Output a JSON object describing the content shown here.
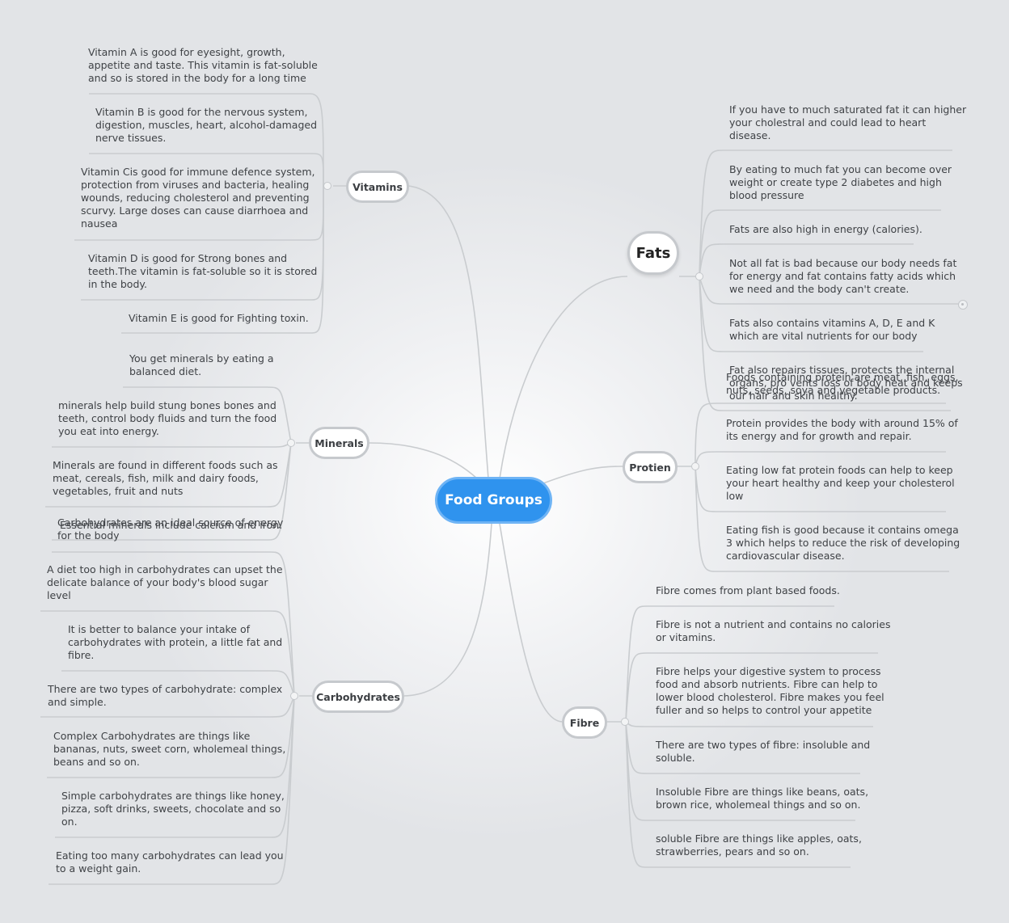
{
  "root": {
    "label": "Food Groups"
  },
  "vitamins": {
    "label": "Vitamins",
    "notes": [
      "Vitamin A is good for eyesight, growth,\nappetite and taste. This vitamin is fat-soluble\nand so is stored in the body for a long time",
      "Vitamin B is good for the nervous system,\ndigestion, muscles, heart, alcohol-damaged\nnerve tissues.",
      "Vitamin Cis good for immune defence system,\nprotection from viruses and bacteria, healing\nwounds, reducing cholesterol and preventing\nscurvy. Large doses can cause diarrhoea and\nnausea",
      "Vitamin D is good for  Strong bones and\nteeth.The vitamin is fat-soluble so it is stored\nin the body.",
      "Vitamin E is good for  Fighting toxin."
    ]
  },
  "minerals": {
    "label": "Minerals",
    "notes": [
      "You get minerals by eating a\nbalanced diet.",
      "minerals help build stung bones bones and\nteeth, control body fluids and turn the food\nyou eat into energy.",
      "Minerals are found in different foods such as\nmeat, cereals, fish, milk and dairy foods,\nvegetables, fruit and nuts",
      "Essential minerals include calcium and iron."
    ]
  },
  "carbohydrates": {
    "label": "Carbohydrates",
    "notes": [
      "Carbohydrates are an ideal source of energy\nfor the body",
      "A diet too high in carbohydrates can upset the\ndelicate balance of your body's blood sugar\nlevel",
      "It is better to balance your intake of\ncarbohydrates with protein, a little fat and\nfibre.",
      "There are two types of carbohydrate: complex\nand simple.",
      "Complex Carbohydrates are things like\nbananas, nuts, sweet corn, wholemeal things,\nbeans and so on.",
      "Simple carbohydrates are things like honey,\npizza, soft drinks, sweets, chocolate and so\non.",
      "Eating too many carbohydrates can lead you\nto a weight gain."
    ]
  },
  "fats": {
    "label": "Fats",
    "notes": [
      "If you have to much saturated fat it can higher\nyour cholestral and could lead to heart\ndisease.",
      "By eating to much fat you can become over\nweight or create type 2 diabetes and high\nblood pressure",
      "Fats are also  high in energy (calories).",
      "Not all fat is bad because our body needs fat\nfor energy and fat contains fatty acids which\nwe need and the body can't create.",
      "Fats also contains vitamins A, D, E and K\nwhich are vital nutrients for our body",
      "Fat also repairs tissues, protects the internal\norgans, pro vents loss of body heat and keeps\nour hair and skin healthy."
    ]
  },
  "protein": {
    "label": "Protien",
    "notes": [
      "Foods containing protein are meat, fish, eggs,\nnuts, seeds, soya and vegetable products.",
      "Protein provides the body with around 15% of\nits energy and for growth and repair.",
      "Eating low fat  protein foods can help to keep\nyour heart healthy and keep your cholesterol\nlow",
      "Eating fish is good because it contains omega\n3 which helps to reduce the risk of developing\ncardiovascular disease."
    ]
  },
  "fibre": {
    "label": "Fibre",
    "notes": [
      "Fibre comes from plant based foods.",
      "Fibre is not a nutrient and contains no calories\nor vitamins.",
      "Fibre helps your digestive system to process\nfood and absorb nutrients. Fibre can help to\nlower blood cholesterol. Fibre makes you feel\nfuller and so helps to control your appetite",
      "There are two types of fibre: insoluble and\nsoluble.",
      "Insoluble Fibre are things like beans, oats,\nbrown rice, wholemeal things and so on.",
      "soluble Fibre are things like apples, oats,\nstrawberries, pears and so on."
    ]
  },
  "colors": {
    "root_fill": "#2f93ee",
    "connector": "#c9cccf",
    "text": "#3f4246",
    "background": "#e2e4e7"
  }
}
